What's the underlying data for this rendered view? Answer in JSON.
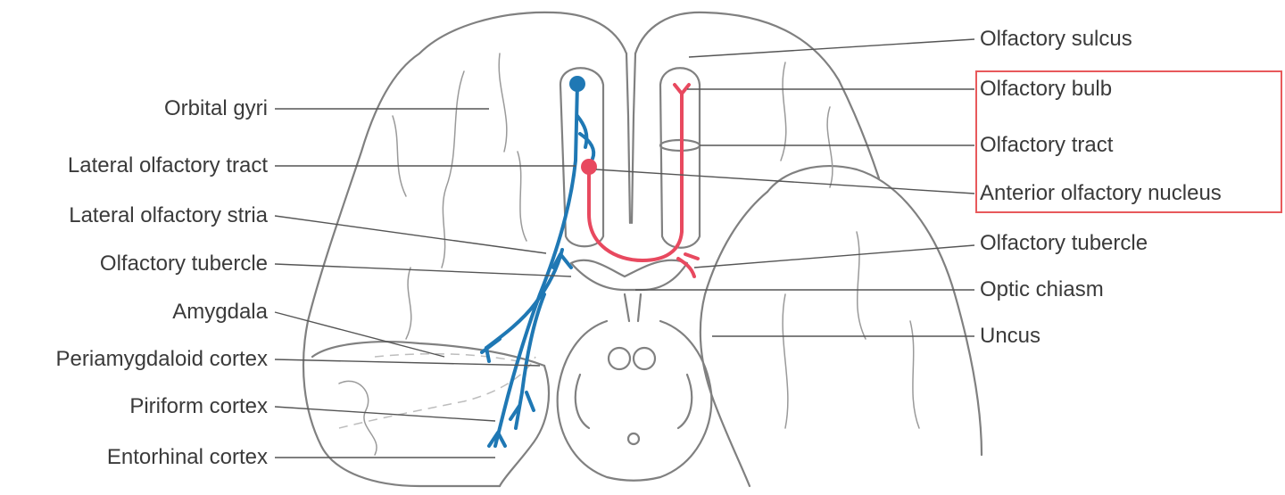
{
  "labels": {
    "left": {
      "orbital_gyri": "Orbital gyri",
      "lateral_olfactory_tract": "Lateral olfactory tract",
      "lateral_olfactory_stria": "Lateral olfactory stria",
      "olfactory_tubercle": "Olfactory tubercle",
      "amygdala": "Amygdala",
      "periamygdaloid_cortex": "Periamygdaloid cortex",
      "piriform_cortex": "Piriform cortex",
      "entorhinal_cortex": "Entorhinal cortex"
    },
    "right": {
      "olfactory_sulcus": "Olfactory sulcus",
      "olfactory_bulb": "Olfactory bulb",
      "olfactory_tract": "Olfactory tract",
      "anterior_olfactory_nucleus": "Anterior olfactory nucleus",
      "olfactory_tubercle": "Olfactory tubercle",
      "optic_chiasm": "Optic chiasm",
      "uncus": "Uncus"
    }
  },
  "colors": {
    "pathway_blue": "#1f78b4",
    "pathway_red": "#e8495f",
    "highlight_box": "#e8595b",
    "outline": "#808080",
    "text": "#3a3a3a"
  }
}
